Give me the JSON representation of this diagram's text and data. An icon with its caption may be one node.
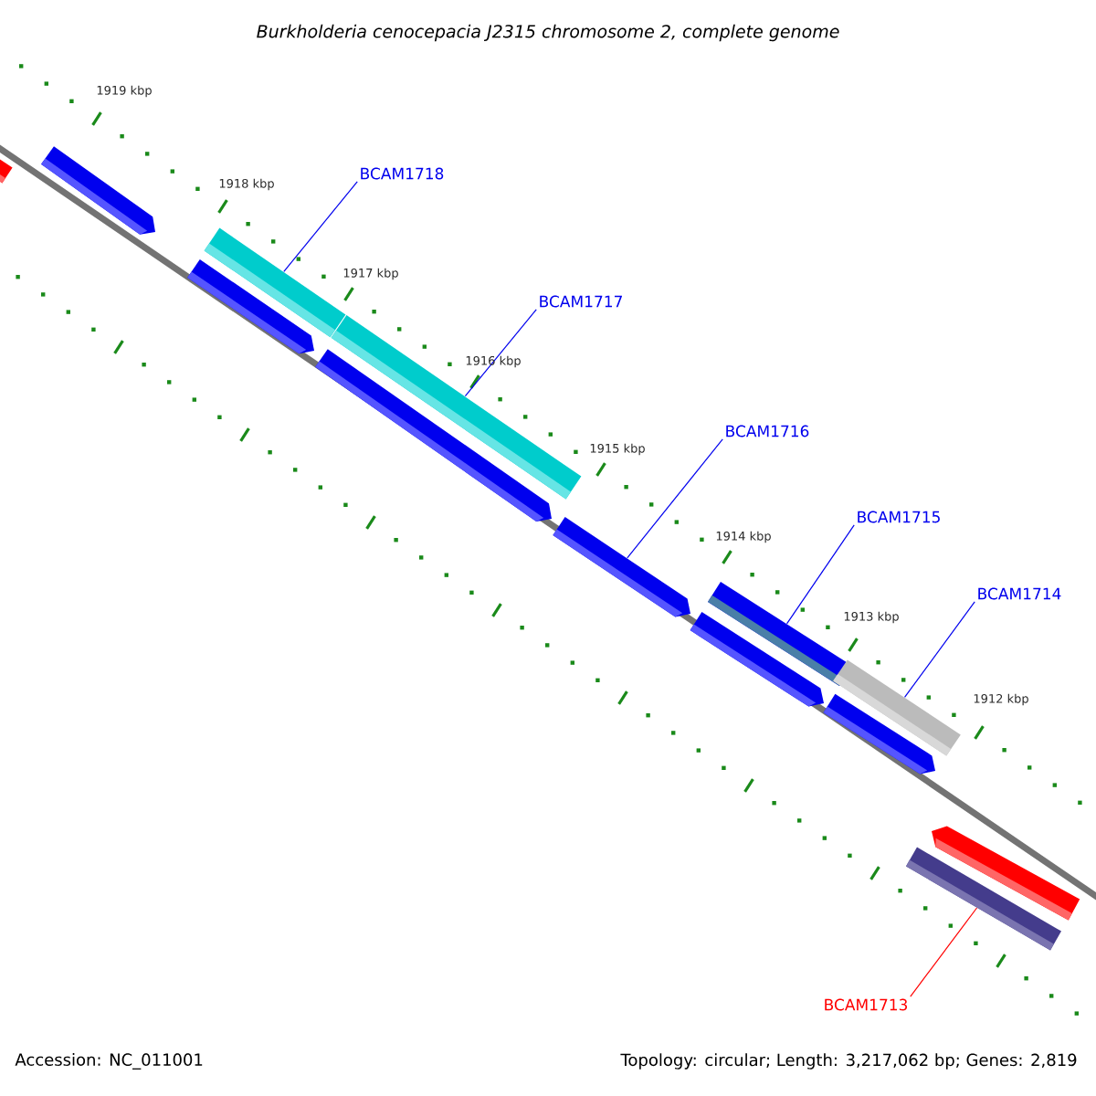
{
  "diagram": {
    "title": "*Burkholderia cenocepacia J2315 chromosome 2, complete genome*",
    "nodes": [
      {
        "text": [
          "BCAM1718"
        ]
      },
      {
        "text": [
          "BCAM1717"
        ]
      },
      {
        "text": [
          "BCAM1716"
        ]
      },
      {
        "text": [
          "BCAM1715"
        ]
      },
      {
        "text": [
          "BCAM1714"
        ]
      },
      {
        "text": [
          "BCAM1713"
        ]
      },
      {
        "text": [],
        "shape": "bar"
      },
      {
        "text": [],
        "shape": "bar"
      },
      {
        "text": [],
        "shape": "bar"
      },
      {
        "text": [],
        "shape": "bar"
      },
      {
        "text": [],
        "shape": "bar"
      },
      {
        "text": [],
        "shape": "bar"
      }
    ],
    "edges": [
      {
        "from": 0,
        "to": 6,
        "arrow": "none"
      },
      {
        "from": 1,
        "to": 7,
        "arrow": "none"
      },
      {
        "from": 2,
        "to": 8,
        "arrow": "none"
      },
      {
        "from": 3,
        "to": 9,
        "arrow": "none"
      },
      {
        "from": 4,
        "to": 10,
        "arrow": "none"
      },
      {
        "from": 5,
        "to": 11,
        "arrow": "none",
        "color": "#ff0000"
      }
    ],
    "labels": [
      "1919 kbp",
      "1918 kbp",
      "1917 kbp",
      "1916 kbp",
      "1915 kbp",
      "1914 kbp",
      "1913 kbp",
      "1912 kbp",
      "Accession: NC_011001",
      "Topology: circular; Length: 3,217,062 bp; Genes: 2,819"
    ]
  }
}
